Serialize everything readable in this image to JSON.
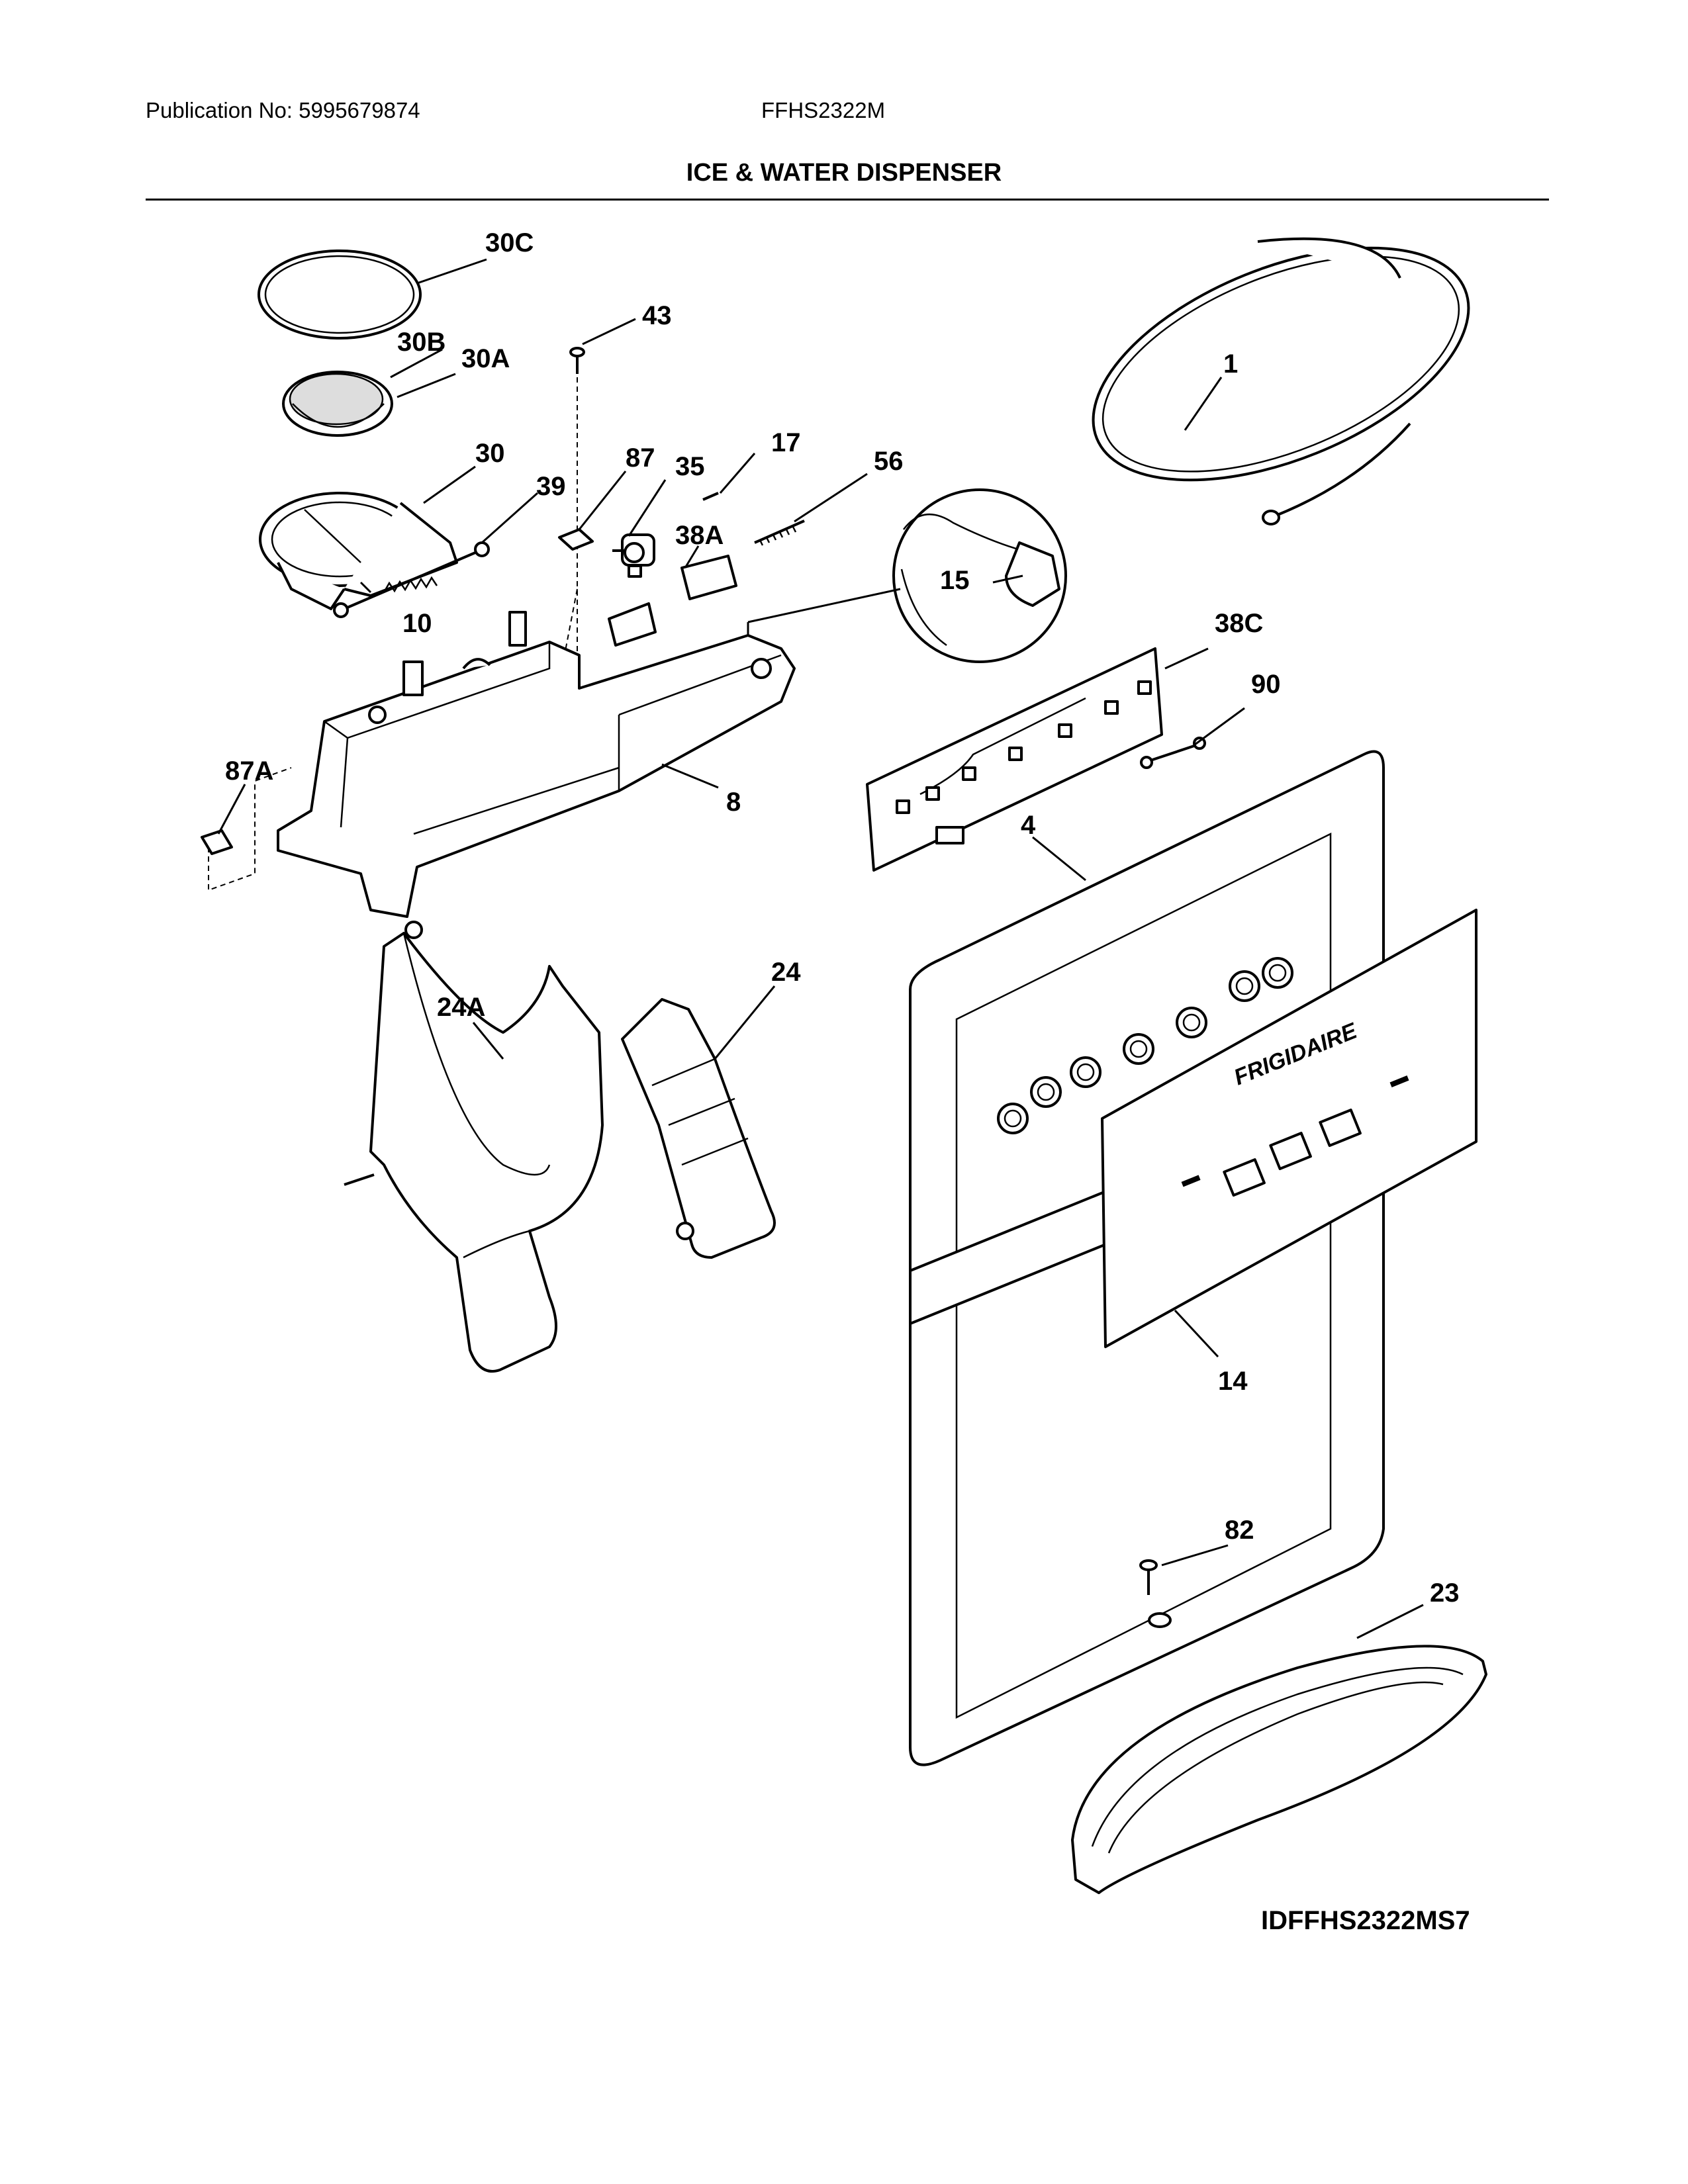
{
  "header": {
    "publication": "Publication No: 5995679874",
    "model": "FFHS2322M",
    "title": "ICE & WATER DISPENSER"
  },
  "diagram": {
    "brand_mark": "FRIGIDAIRE",
    "drawing_code": "IDFFHS2322MS7",
    "callouts": [
      "30C",
      "43",
      "30B",
      "30A",
      "1",
      "30",
      "87",
      "35",
      "17",
      "56",
      "39",
      "38A",
      "15",
      "10",
      "38C",
      "90",
      "87A",
      "8",
      "4",
      "24",
      "24A",
      "14",
      "82",
      "23"
    ]
  }
}
